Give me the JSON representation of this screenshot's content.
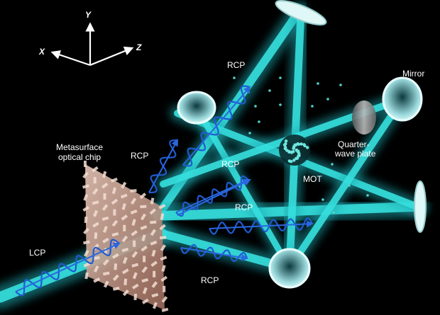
{
  "axes": {
    "x": "X",
    "y": "Y",
    "z": "Z"
  },
  "labels": {
    "metasurface": "Metasurface optical chip",
    "metasurface_line1": "Metasurface",
    "metasurface_line2": "optical chip",
    "lcp": "LCP",
    "rcp_top": "RCP",
    "rcp_left": "RCP",
    "rcp_middle": "RCP",
    "rcp_center": "RCP",
    "rcp_bottom": "RCP",
    "mot": "MOT",
    "mirror": "Mirror",
    "quarter_wave_line1": "Quarter-",
    "quarter_wave_line2": "wave plate"
  },
  "colors": {
    "background": "#000000",
    "beam": "#36e0de",
    "beam_glow": "#1aa9b0",
    "wave": "#1f5bd1",
    "chip": "#c79a8a",
    "optic": "#bfe9ea",
    "text": "#ffffff"
  }
}
